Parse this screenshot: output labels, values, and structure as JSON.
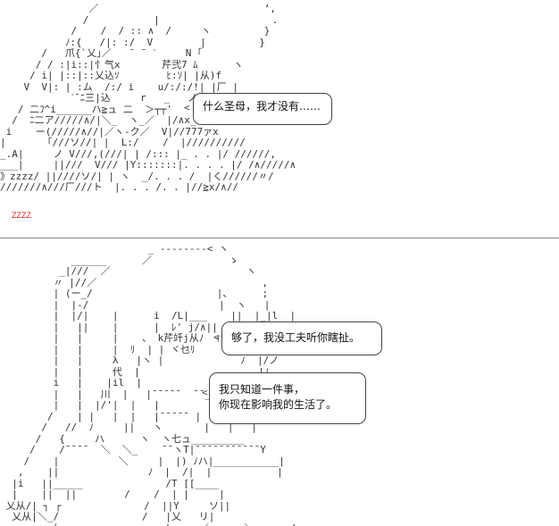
{
  "panel_top": {
    "speech": "什么圣母，我才没有……",
    "sleep_sound": "ZZZZ"
  },
  "panel_bottom": {
    "speech_1": "够了，我没工夫听你瞎扯。",
    "speech_2_line_1": "我只知道一件事，",
    "speech_2_line_2": "你现在影响我的生活了。"
  },
  "colors": {
    "background": "#ffffff",
    "art": "#333333",
    "frame": "#8a8a8a",
    "sleep_mark": "#dd2222"
  }
}
